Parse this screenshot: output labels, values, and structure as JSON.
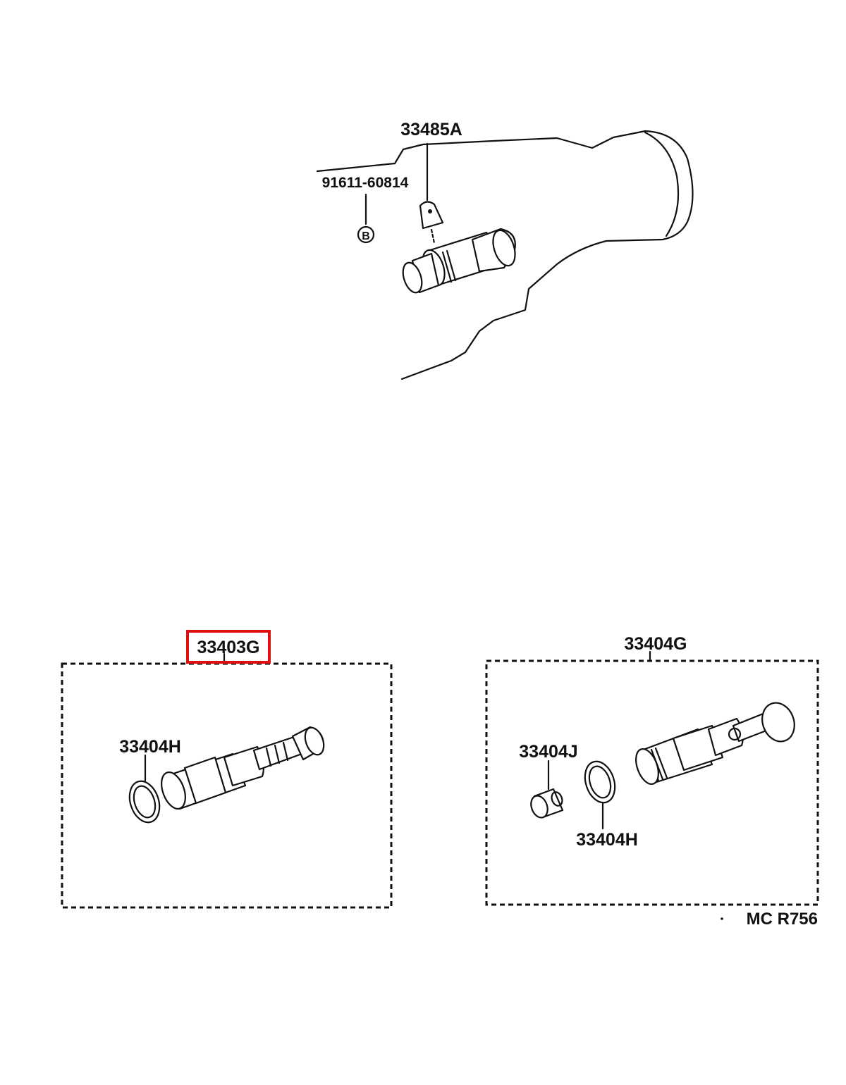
{
  "labels": {
    "upper_clip": "33485A",
    "upper_bolt": "91611-60814",
    "upper_ref_circle": "B",
    "left_group": "33403G",
    "left_oring": "33404H",
    "right_group": "33404G",
    "right_sleeve": "33404J",
    "right_oring": "33404H",
    "figure_code": "MC R756"
  },
  "highlight": {
    "part": "33403G",
    "color": "#e01010"
  },
  "colors": {
    "ink": "#111111",
    "background": "#ffffff"
  }
}
